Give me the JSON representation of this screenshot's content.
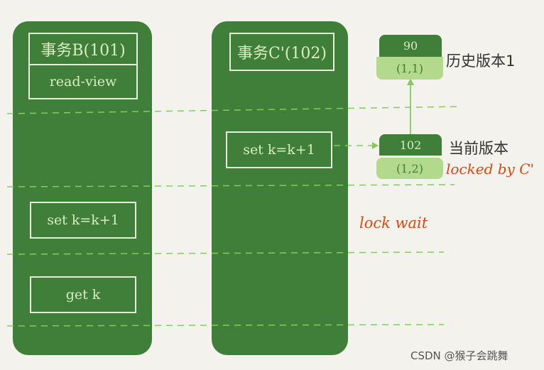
{
  "transaction_b": {
    "title": "事务B(101)",
    "read_view": "read-view",
    "set_stmt": "set k=k+1",
    "get_stmt": "get k"
  },
  "transaction_c": {
    "title": "事务C'(102)",
    "set_stmt": "set k=k+1"
  },
  "history_version": {
    "trx_id": "90",
    "value": "(1,1)",
    "label": "历史版本1"
  },
  "current_version": {
    "trx_id": "102",
    "value": "(1,2)",
    "label": "当前版本",
    "lock_note": "locked by C'"
  },
  "lock_wait_note": "lock wait",
  "watermark": "CSDN @猴子会跳舞",
  "colors": {
    "transaction_green": "#3f7f3a",
    "light_green": "#b3d98c",
    "dash_green": "#7fcf5a",
    "annotation_orange": "#d9480f"
  }
}
